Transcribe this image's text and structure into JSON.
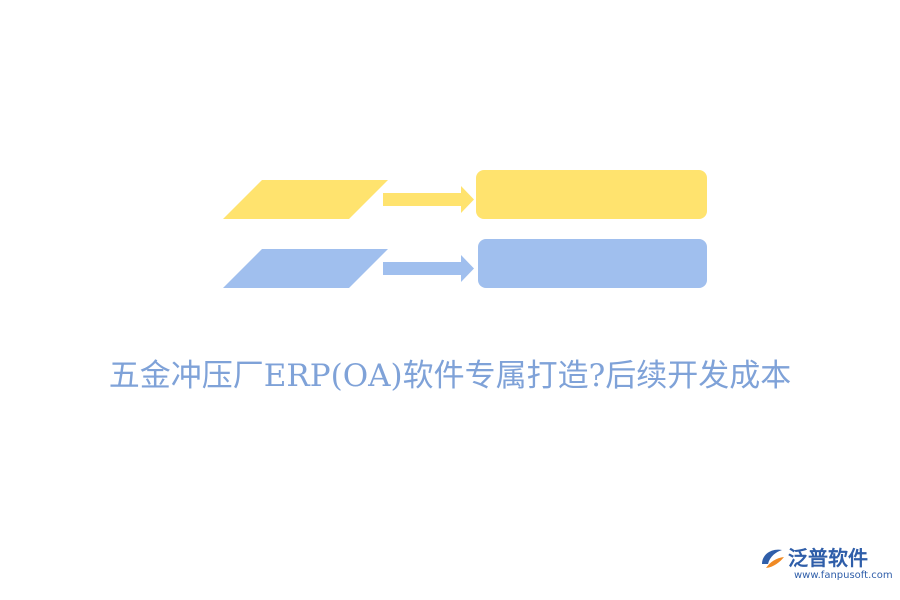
{
  "colors": {
    "yellow": "#FFE36E",
    "blue": "#A0BFEE",
    "title": "#7FA2D8",
    "brand_blue": "#2F5EA9",
    "brand_orange": "#F08A24",
    "background": "#FFFFFF"
  },
  "flow_rows": [
    {
      "color": "yellow",
      "label": ""
    },
    {
      "color": "blue",
      "label": ""
    }
  ],
  "headline": "五金冲压厂ERP(OA)软件专属打造?后续开发成本",
  "brand": {
    "name": "泛普软件",
    "url": "www.fanpusoft.com",
    "logo_icon": "fanpu-logo-icon"
  }
}
